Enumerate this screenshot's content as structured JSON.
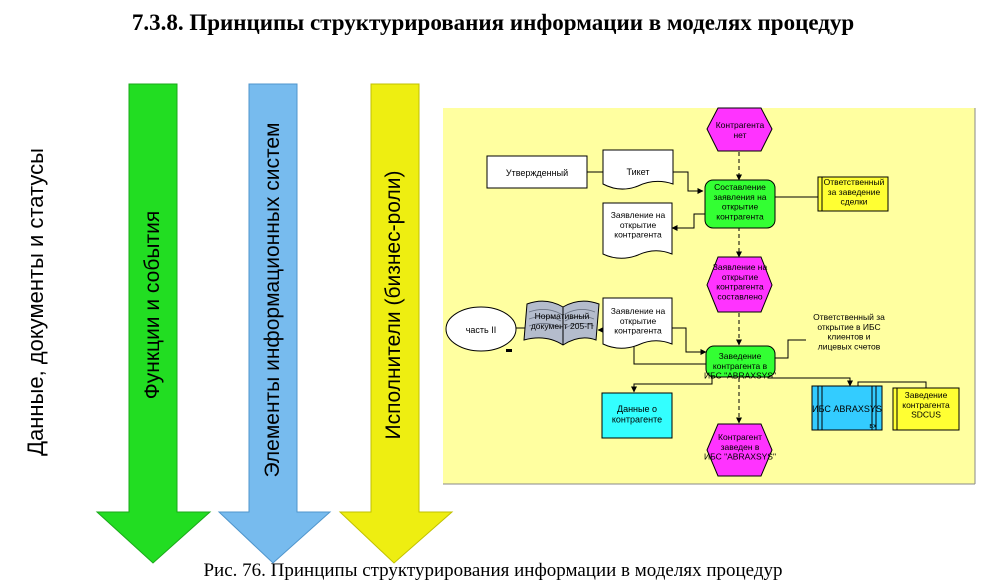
{
  "heading": "7.3.8. Принципы структурирования информации в моделях процедур",
  "caption": "Рис. 76. Принципы структурирования информации в моделях процедур",
  "left_label": "Данные, документы и статусы",
  "arrows": [
    {
      "label": "Функции и события",
      "color": "#22dd22",
      "edge": "#1aa81a"
    },
    {
      "label": "Элементы информационных систем",
      "color": "#77bbee",
      "edge": "#4f95cc"
    },
    {
      "label": "Исполнители (бизнес-роли)",
      "color": "#eeee11",
      "edge": "#c0c000"
    }
  ],
  "diagram_nodes": {
    "ev_none": [
      "Контрагента",
      "нет"
    ],
    "doc_approved": [
      "Утвержденный"
    ],
    "doc_ticket": [
      "Тикет"
    ],
    "fn_compose": [
      "Составление",
      "заявления на",
      "открытие",
      "контрагента"
    ],
    "role_deal": [
      "Ответственный",
      "за заведение",
      "сделки"
    ],
    "doc_app1": [
      "Заявление на",
      "открытие",
      "контрагента"
    ],
    "ev_composed": [
      "Заявление на",
      "открытие",
      "контрагента",
      "составлено"
    ],
    "doc_partII": [
      "часть II"
    ],
    "doc_norm": [
      "Нормативный",
      "документ 205-П"
    ],
    "doc_app2": [
      "Заявление на",
      "открытие",
      "контрагента"
    ],
    "role_ibs": [
      "Ответственный за",
      "открытие в ИБС",
      "клиентов и",
      "лицевых счетов"
    ],
    "fn_create": [
      "Заведение",
      "контрагента в",
      "ИБС \"ABRAXSYS\""
    ],
    "doc_data": [
      "Данные о",
      "контрагенте"
    ],
    "sys_abraxsys": [
      "ИБС ABRAXSYS"
    ],
    "sys_suffix": "вх",
    "role_sdcus": [
      "Заведение",
      "контрагента",
      "SDCUS"
    ],
    "ev_created": [
      "Контрагент",
      "заведен в",
      "ИБС \"ABRAXSYS\""
    ]
  },
  "colors": {
    "panel": "#ffffa0",
    "event": "#ff33ff",
    "function": "#33ff33",
    "role": "#ffff33",
    "data": "#33ffff",
    "system": "#33ccff",
    "document": "#ffffff",
    "book": "#b4bccc"
  }
}
